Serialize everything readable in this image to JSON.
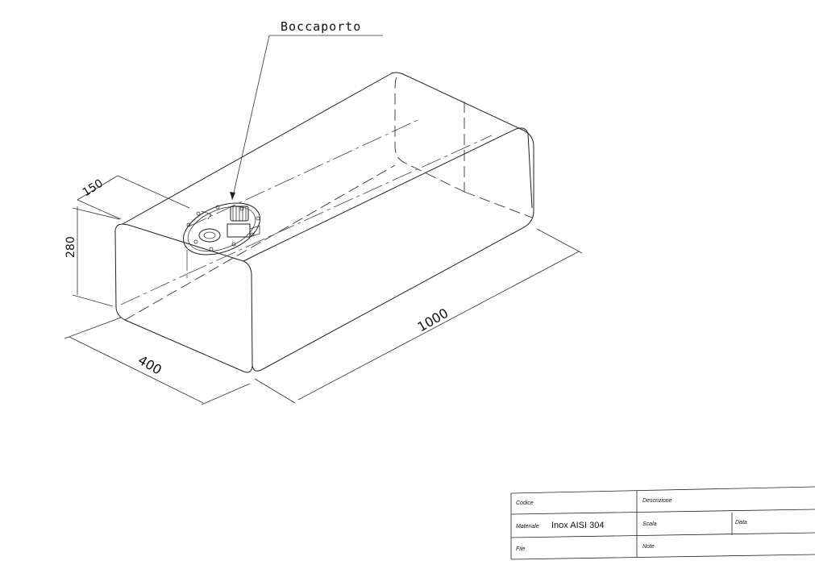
{
  "callout": {
    "label": "Boccaporto"
  },
  "dimensions": {
    "depth": "150",
    "height": "280",
    "width": "400",
    "length": "1000"
  },
  "title_block": {
    "codice_label": "Codice",
    "descrizione_label": "Descrizione",
    "materiale_label": "Materiale",
    "materiale_value": "Inox AISI 304",
    "scala_label": "Scala",
    "data_label": "Data",
    "file_label": "File",
    "note_label": "Note"
  }
}
